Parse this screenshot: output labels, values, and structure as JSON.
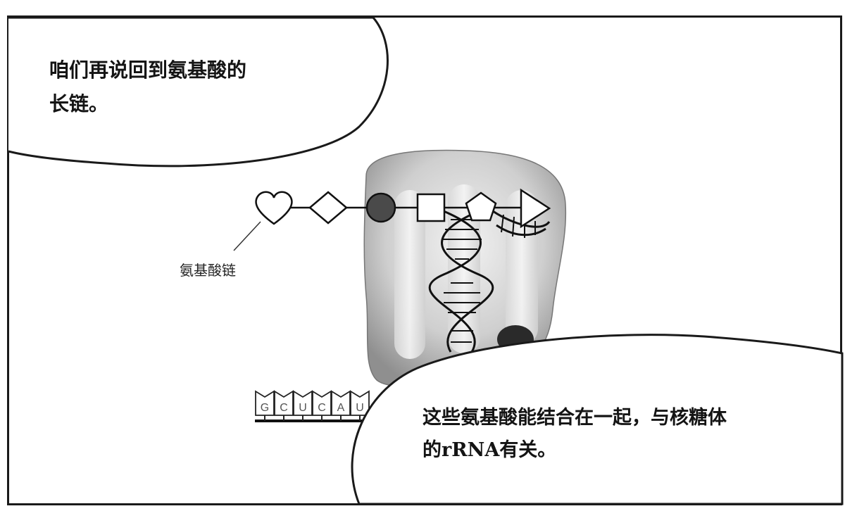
{
  "speech_top": {
    "lines": [
      "咱们再说回到氨基酸的",
      "长链。"
    ]
  },
  "speech_bottom": {
    "lines": [
      "这些氨基酸能结合在一起，与核糖体",
      "的rRNA有关。"
    ]
  },
  "label": {
    "chain": "氨基酸链"
  },
  "mrna": {
    "bases": [
      "G",
      "C",
      "U",
      "C",
      "A",
      "U"
    ]
  }
}
